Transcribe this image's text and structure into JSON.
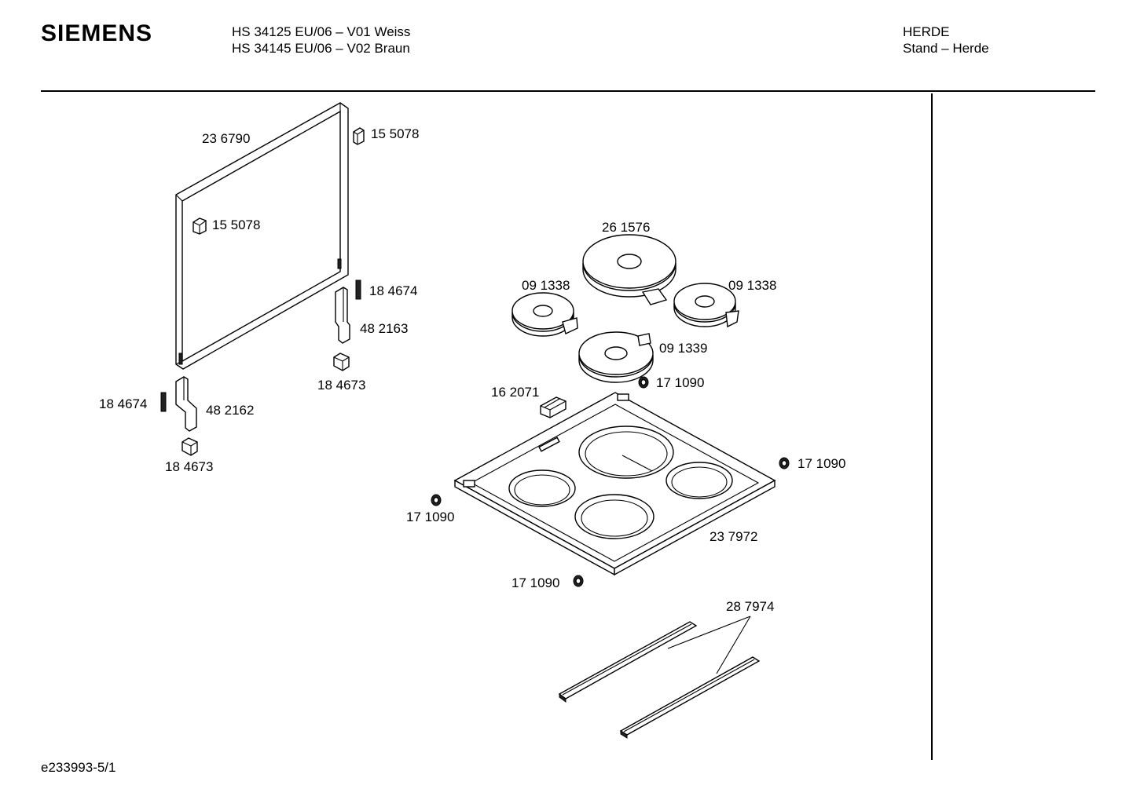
{
  "header": {
    "brand": "SIEMENS",
    "model_line_1": "HS 34125 EU/06 – V01 Weiss",
    "model_line_2": "HS 34145 EU/06 – V02 Braun",
    "category_line_1": "HERDE",
    "category_line_2": "Stand – Herde"
  },
  "footer": {
    "drawing_id": "e233993-5/1"
  },
  "part_labels": {
    "p236790": "23 6790",
    "p155078_top": "15 5078",
    "p155078_mid": "15 5078",
    "p184674_right": "18 4674",
    "p482163": "48 2163",
    "p184673_right": "18 4673",
    "p184674_left": "18 4674",
    "p482162": "48 2162",
    "p184673_left": "18 4673",
    "p261576": "26 1576",
    "p091338_left": "09 1338",
    "p091338_right": "09 1338",
    "p091339": "09 1339",
    "p171090_top": "17 1090",
    "p162071": "16 2071",
    "p171090_right": "17 1090",
    "p171090_left": "17 1090",
    "p237972": "23 7972",
    "p171090_bottom": "17 1090",
    "p287974": "28 7974"
  }
}
